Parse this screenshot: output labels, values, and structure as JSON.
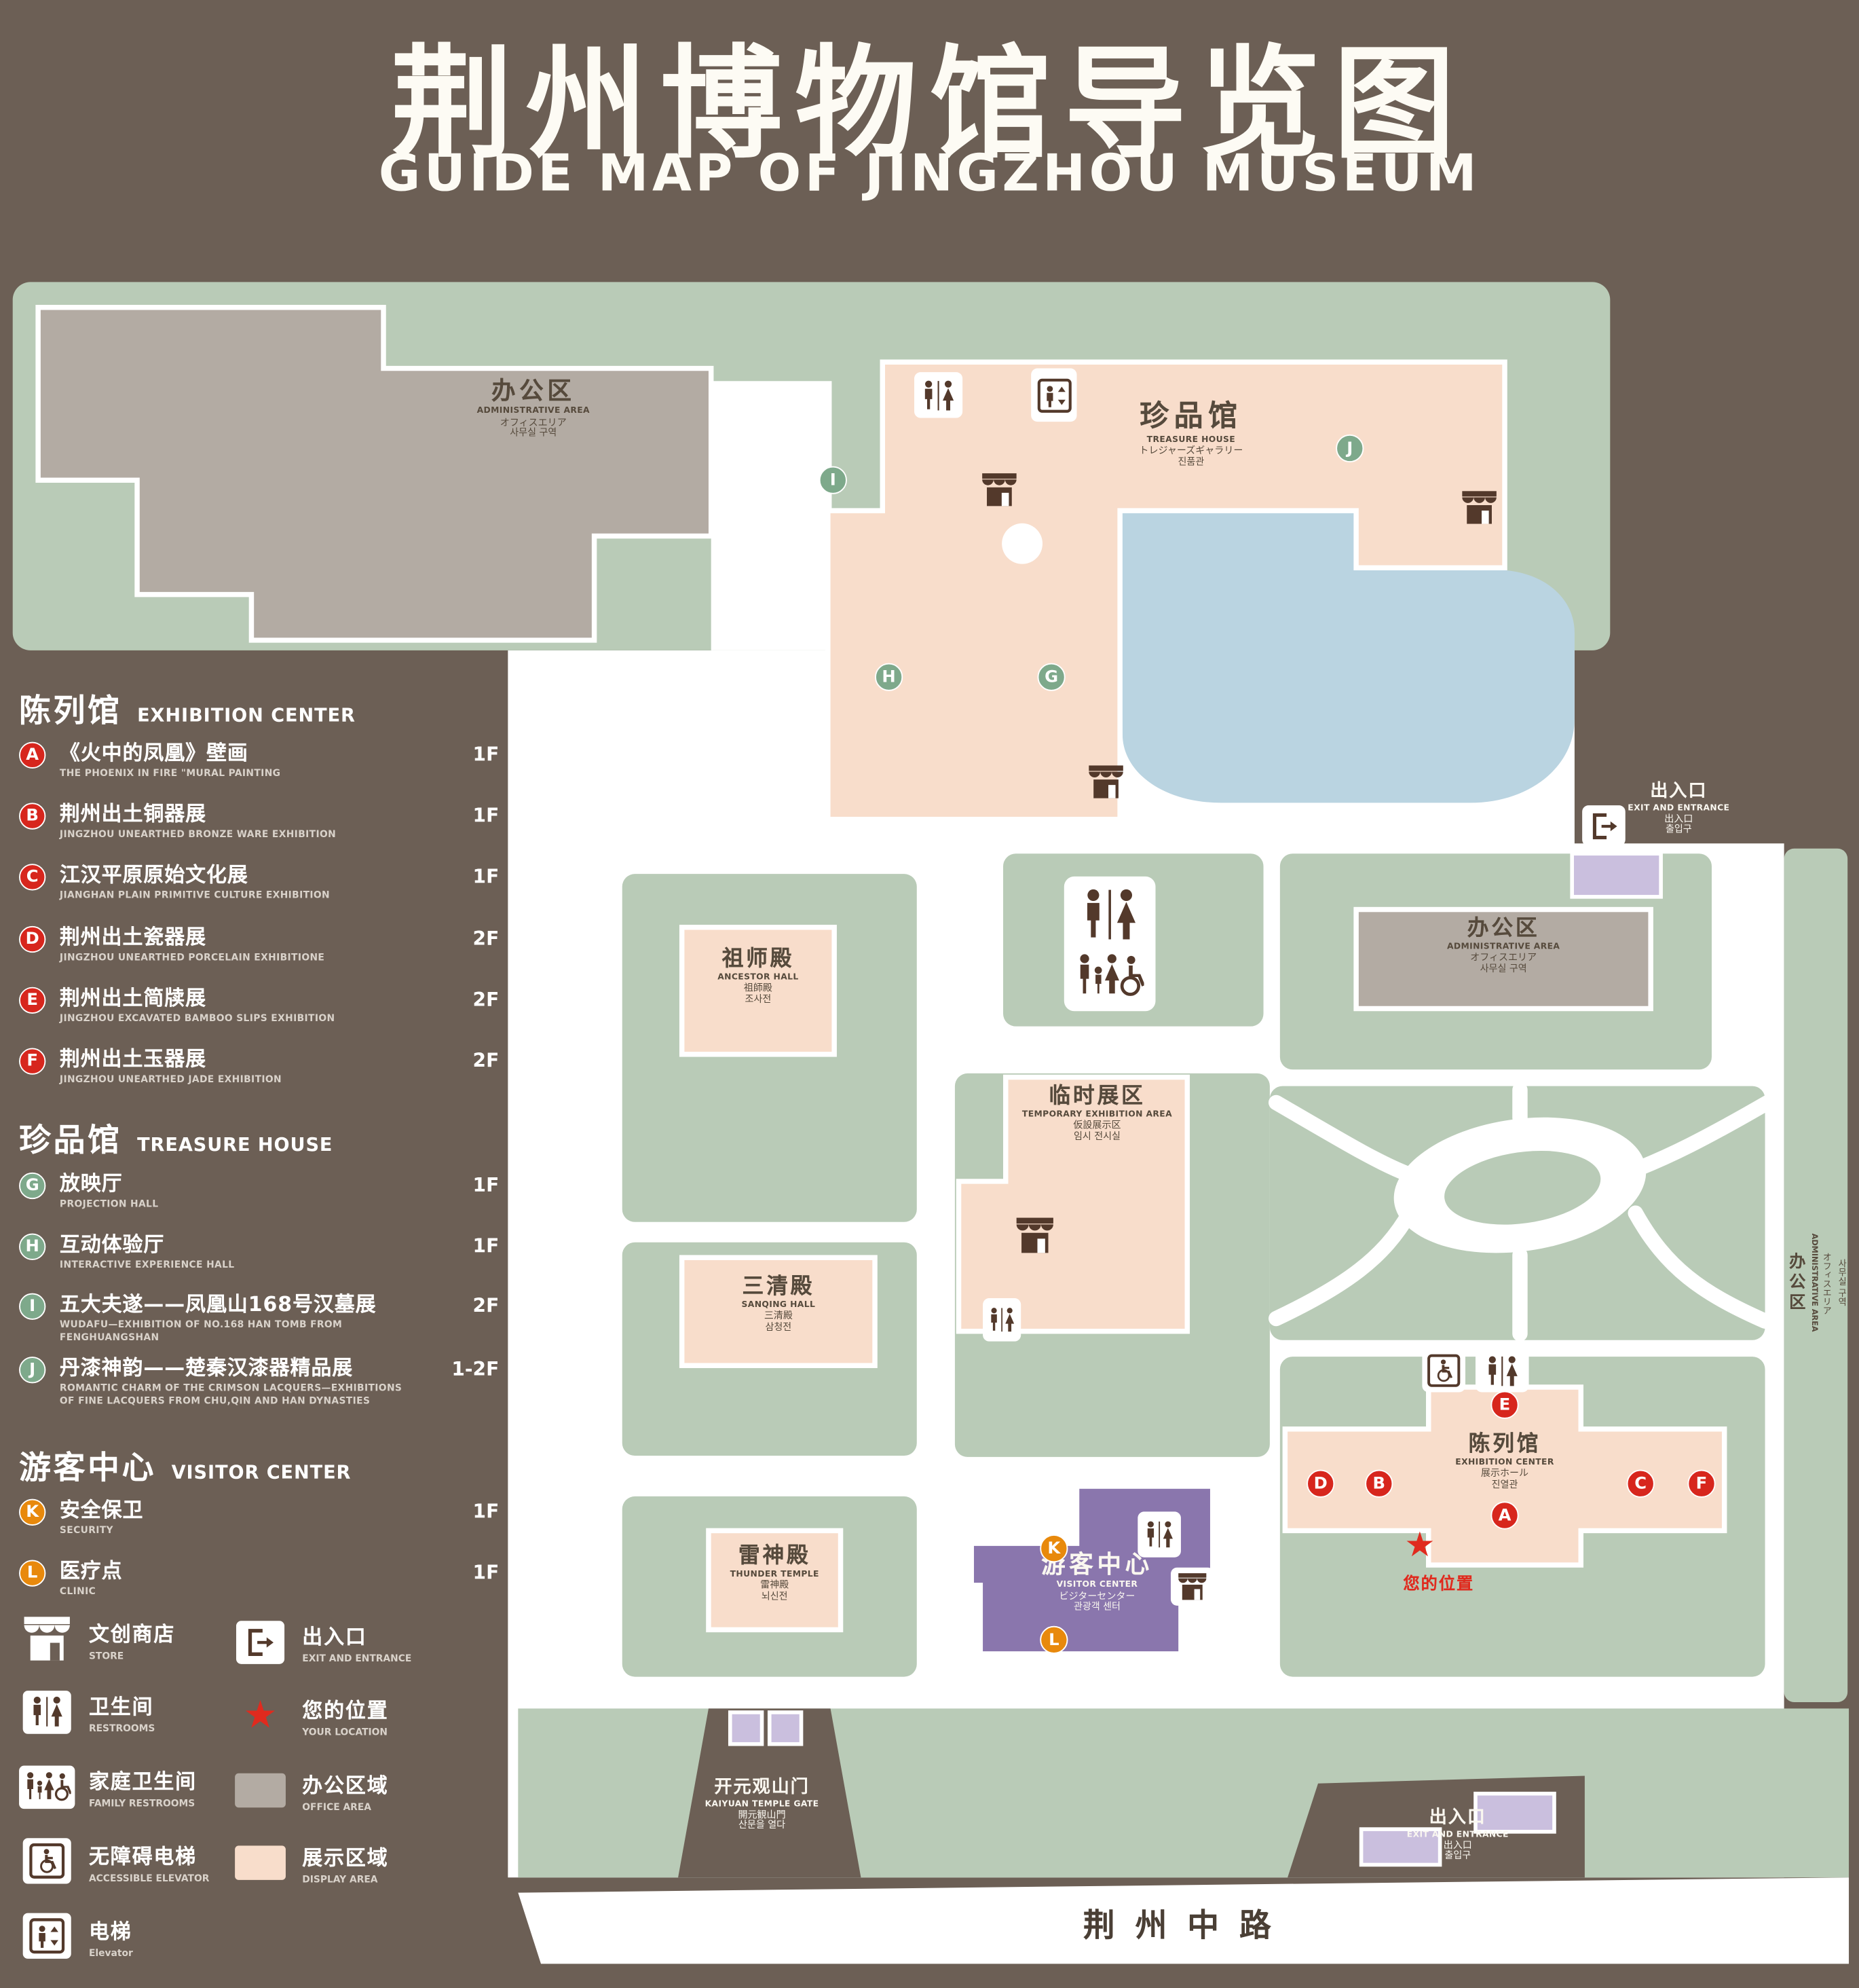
{
  "header": {
    "title": "荆州博物馆导览图",
    "subtitle": "GUIDE MAP OF JINGZHOU MUSEUM"
  },
  "legend": {
    "sections": [
      {
        "zh": "陈列馆",
        "en": "EXHIBITION CENTER",
        "items": [
          {
            "key": "A",
            "zh": "《火中的凤凰》壁画",
            "en": "THE PHOENIX IN FIRE \"MURAL PAINTING",
            "floor": "1F"
          },
          {
            "key": "B",
            "zh": "荆州出土铜器展",
            "en": "JINGZHOU UNEARTHED BRONZE WARE EXHIBITION",
            "floor": "1F"
          },
          {
            "key": "C",
            "zh": "江汉平原原始文化展",
            "en": "JIANGHAN PLAIN PRIMITIVE CULTURE EXHIBITION",
            "floor": "1F"
          },
          {
            "key": "D",
            "zh": "荆州出土瓷器展",
            "en": "JINGZHOU UNEARTHED PORCELAIN EXHIBITIONE",
            "floor": "2F"
          },
          {
            "key": "E",
            "zh": "荆州出土简牍展",
            "en": "JINGZHOU EXCAVATED BAMBOO SLIPS EXHIBITION",
            "floor": "2F"
          },
          {
            "key": "F",
            "zh": "荆州出土玉器展",
            "en": "JINGZHOU UNEARTHED JADE EXHIBITION",
            "floor": "2F"
          }
        ]
      },
      {
        "zh": "珍品馆",
        "en": "TREASURE HOUSE",
        "items": [
          {
            "key": "G",
            "zh": "放映厅",
            "en": "PROJECTION HALL",
            "floor": "1F"
          },
          {
            "key": "H",
            "zh": "互动体验厅",
            "en": "INTERACTIVE EXPERIENCE HALL",
            "floor": "1F"
          },
          {
            "key": "I",
            "zh": "五大夫遂——凤凰山168号汉墓展",
            "en": "WUDAFU—EXHIBITION OF NO.168 HAN TOMB FROM FENGHUANGSHAN",
            "floor": "2F"
          },
          {
            "key": "J",
            "zh": "丹漆神韵——楚秦汉漆器精品展",
            "en": "ROMANTIC CHARM OF THE CRIMSON LACQUERS—EXHIBITIONS OF FINE LACQUERS FROM CHU,QIN AND HAN DYNASTIES",
            "floor": "1-2F"
          }
        ]
      },
      {
        "zh": "游客中心",
        "en": "VISITOR CENTER",
        "items": [
          {
            "key": "K",
            "zh": "安全保卫",
            "en": "SECURITY",
            "floor": "1F"
          },
          {
            "key": "L",
            "zh": "医疗点",
            "en": "CLINIC",
            "floor": "1F"
          }
        ]
      }
    ],
    "symbols": [
      {
        "icon": "store-icon",
        "zh": "文创商店",
        "en": "STORE"
      },
      {
        "icon": "exit-icon",
        "zh": "出入口",
        "en": "EXIT AND ENTRANCE"
      },
      {
        "icon": "restroom-icon",
        "zh": "卫生间",
        "en": "RESTROOMS"
      },
      {
        "icon": "your-location-star-icon",
        "zh": "您的位置",
        "en": "YOUR LOCATION"
      },
      {
        "icon": "family-restroom-icon",
        "zh": "家庭卫生间",
        "en": "FAMILY RESTROOMS"
      },
      {
        "icon": "office-area-swatch",
        "zh": "办公区域",
        "en": "OFFICE AREA"
      },
      {
        "icon": "accessible-elevator-icon",
        "zh": "无障碍电梯",
        "en": "ACCESSIBLE ELEVATOR"
      },
      {
        "icon": "display-area-swatch",
        "zh": "展示区域",
        "en": "DISPLAY AREA"
      },
      {
        "icon": "elevator-icon",
        "zh": "电梯",
        "en": "Elevator"
      }
    ]
  },
  "map": {
    "places": {
      "admin_top": {
        "zh": "办公区",
        "en": "ADMINISTRATIVE AREA",
        "ja": "オフィスエリア",
        "ko": "사무실 구역"
      },
      "treasure_house": {
        "zh": "珍品馆",
        "en": "TREASURE HOUSE",
        "ja": "トレジャーズギャラリー",
        "ko": "진품관"
      },
      "exit_right": {
        "zh": "出入口",
        "en": "EXIT AND ENTRANCE",
        "ja": "出入口",
        "ko": "출입구"
      },
      "admin_mid": {
        "zh": "办公区",
        "en": "ADMINISTRATIVE AREA",
        "ja": "オフィスエリア",
        "ko": "사무실 구역"
      },
      "ancestor_hall": {
        "zh": "祖师殿",
        "en": "ANCESTOR HALL",
        "ja": "祖師殿",
        "ko": "조사전"
      },
      "temporary_area": {
        "zh": "临时展区",
        "en": "TEMPORARY EXHIBITION AREA",
        "ja": "仮設展示区",
        "ko": "임시 전시실"
      },
      "sanqing_hall": {
        "zh": "三清殿",
        "en": "SANQING HALL",
        "ja": "三清殿",
        "ko": "삼청전"
      },
      "exhibition_center": {
        "zh": "陈列馆",
        "en": "EXHIBITION CENTER",
        "ja": "展示ホール",
        "ko": "진열관"
      },
      "thunder_temple": {
        "zh": "雷神殿",
        "en": "THUNDER TEMPLE",
        "ja": "雷神殿",
        "ko": "뇌신전"
      },
      "visitor_center": {
        "zh": "游客中心",
        "en": "VISITOR CENTER",
        "ja": "ビジターセンター",
        "ko": "관광객 센터"
      },
      "gate": {
        "zh": "开元观山门",
        "en": "KAIYUAN TEMPLE GATE",
        "ja": "開元観山門",
        "ko": "산문을 열다"
      },
      "exit_bottom": {
        "zh": "出入口",
        "en": "EXIT AND ENTRANCE",
        "ja": "出入口",
        "ko": "출입구"
      },
      "admin_strip": {
        "zh": "办公区",
        "en": "ADMINISTRATIVE AREA",
        "ja": "オフィスエリア",
        "ko": "사무실 구역"
      },
      "your_location": {
        "zh": "您的位置"
      },
      "road": {
        "zh": "荆州中路"
      }
    },
    "markers": {
      "red": [
        "A",
        "B",
        "C",
        "D",
        "E",
        "F"
      ],
      "green": [
        "G",
        "H",
        "I",
        "J"
      ],
      "orange": [
        "K",
        "L"
      ]
    }
  },
  "colors": {
    "background": "#6c5f55",
    "map_green": "#b9cbb7",
    "display_pink": "#f8ddcb",
    "office_gray": "#b3aba3",
    "visitor_purple": "#8a76ad",
    "entrance_lilac": "#cabfde",
    "pond_blue": "#bad4e1",
    "marker_red": "#d7261d",
    "marker_green": "#7ea98b",
    "marker_orange": "#e8890c",
    "icon_brown": "#53392b",
    "path_white": "#ffffff"
  }
}
